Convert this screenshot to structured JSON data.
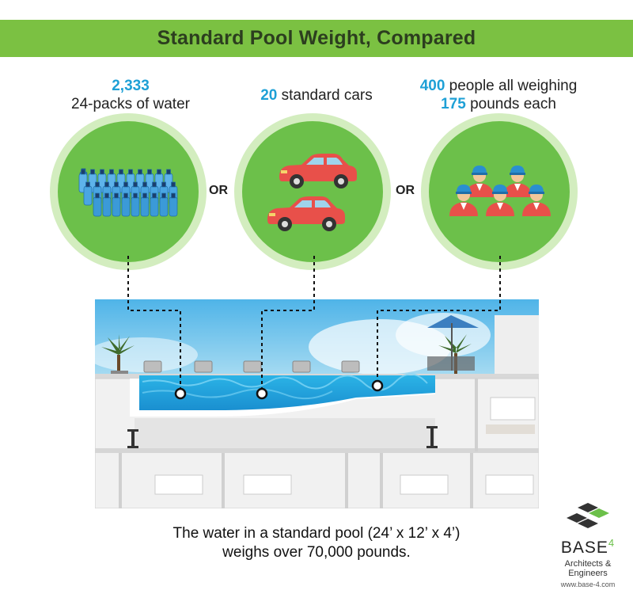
{
  "title": "Standard Pool Weight, Compared",
  "items": [
    {
      "value": "2,333",
      "label": "24-packs of water"
    },
    {
      "value": "20",
      "label": "standard cars"
    },
    {
      "value": "400",
      "label": "people all weighing",
      "value2": "175",
      "label2": "pounds each"
    }
  ],
  "or_label": "OR",
  "footer": {
    "line1": "The water in a standard pool (24’ x 12’ x 4’)",
    "line2": "weighs over 70,000 pounds."
  },
  "logo": {
    "brand": "BASE",
    "superscript": "4",
    "subtitle": "Architects & Engineers",
    "url": "www.base-4.com"
  },
  "colors": {
    "green": "#7bc142",
    "circle": "#6cc04a",
    "halo": "#d3edbf",
    "accent_blue": "#1ea0d6",
    "car_red": "#e8504a",
    "water": "#2bb3e6"
  }
}
